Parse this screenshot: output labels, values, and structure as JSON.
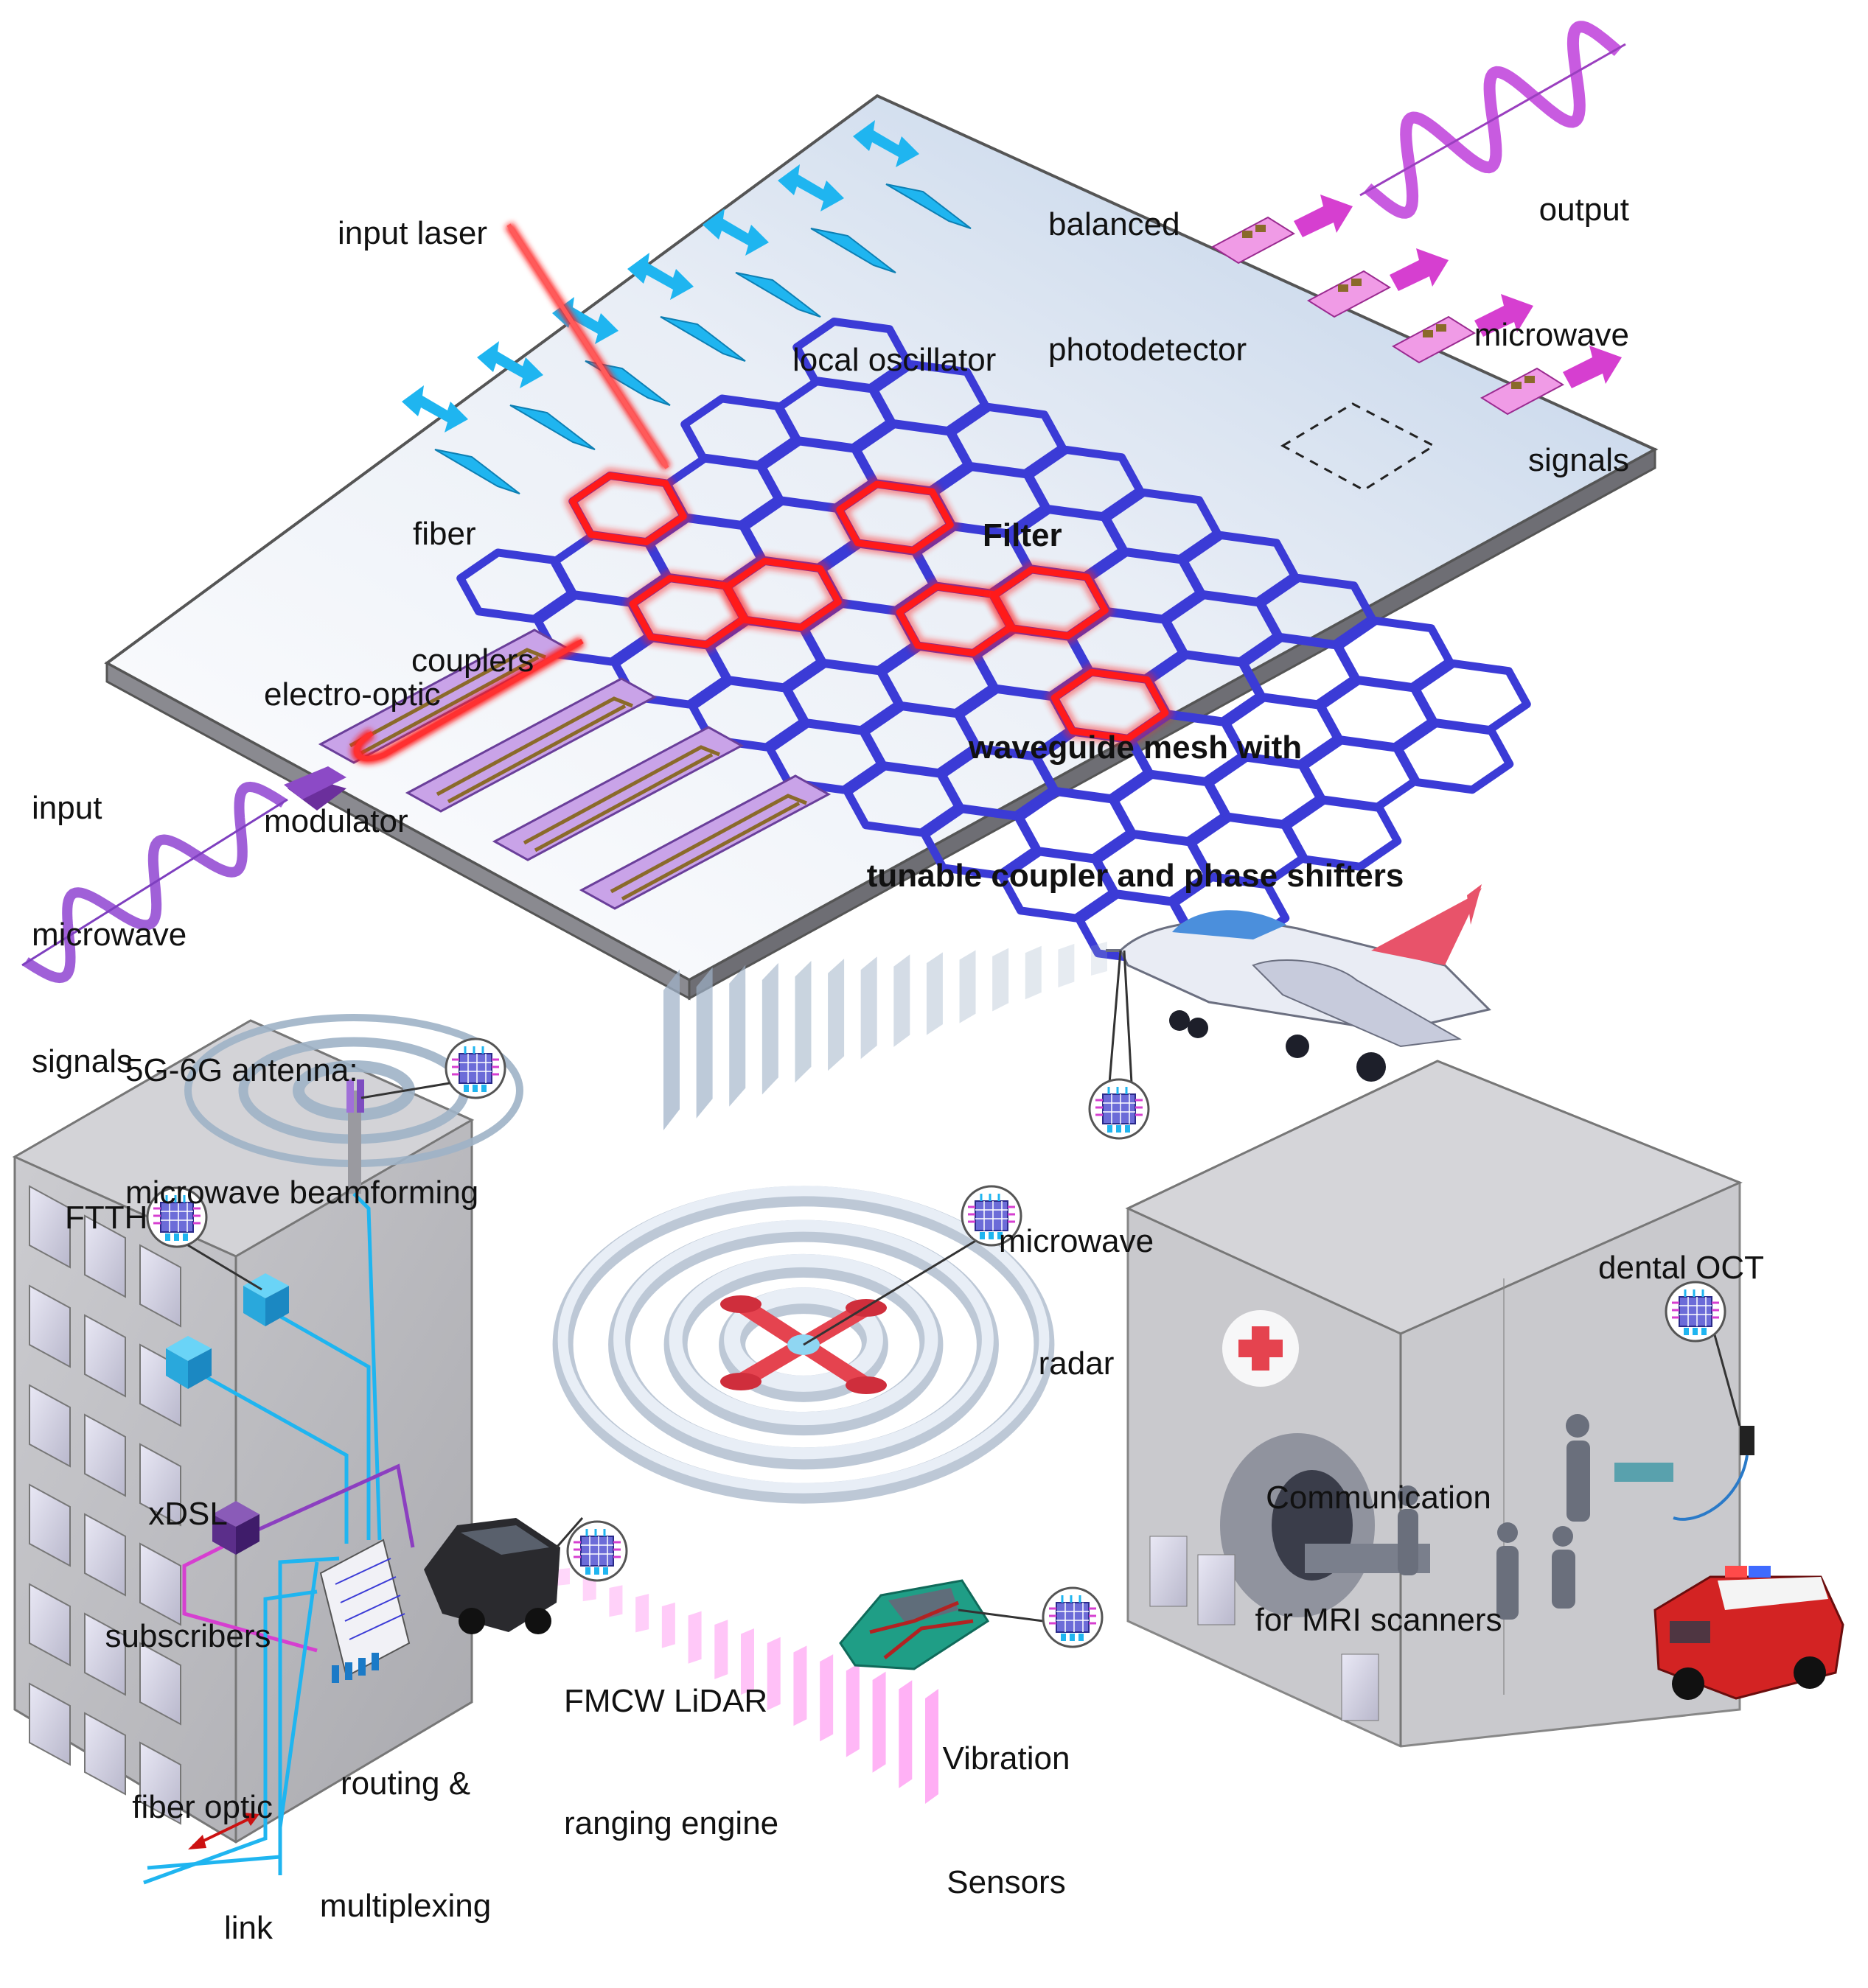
{
  "labels": {
    "input_laser": "input laser",
    "balanced_photodetector_1": "balanced",
    "balanced_photodetector_2": "photodetector",
    "output_1": "output",
    "output_2": "microwave",
    "output_3": "signals",
    "local_oscillator": "local oscillator",
    "fiber_couplers_1": "fiber",
    "fiber_couplers_2": "couplers",
    "filter": "Filter",
    "electro_optic_1": "electro-optic",
    "electro_optic_2": "modulator",
    "waveguide_mesh_1": "waveguide mesh with",
    "waveguide_mesh_2": "tunable coupler and phase shifters",
    "input_mw_1": "input",
    "input_mw_2": "microwave",
    "input_mw_3": "signals",
    "antenna_1": "5G-6G antenna:",
    "antenna_2": "microwave beamforming",
    "ftth": "FTTH",
    "xdsl_1": "xDSL",
    "xdsl_2": "subscribers",
    "fiber_link_1": "fiber optic",
    "fiber_link_2": "link",
    "routing_1": "routing &",
    "routing_2": "multiplexing",
    "lidar_1": "FMCW LiDAR",
    "lidar_2": "ranging engine",
    "vibration_1": "Vibration",
    "vibration_2": "Sensors",
    "radar_1": "microwave",
    "radar_2": "radar",
    "dental_oct": "dental OCT",
    "mri_1": "Communication",
    "mri_2": "for MRI scanners"
  },
  "colors": {
    "waveguide": "#3b3bd6",
    "laser_path": "#ff1a1a",
    "fiber_coupler": "#1fb5f0",
    "modulator": "#c9a3e8",
    "output_arrow": "#d63fd0",
    "chip_plate": "#dde6f2",
    "building": "#b9b9bd",
    "lidar_beam": "#ff8cf0",
    "radar_ring": "#8ea7c4"
  },
  "icons": [
    "photonic-chip-icon",
    "medical-cross-icon",
    "airplane-icon",
    "drone-icon",
    "car-icon",
    "ambulance-icon",
    "antenna-icon",
    "sine-wave-icon"
  ]
}
